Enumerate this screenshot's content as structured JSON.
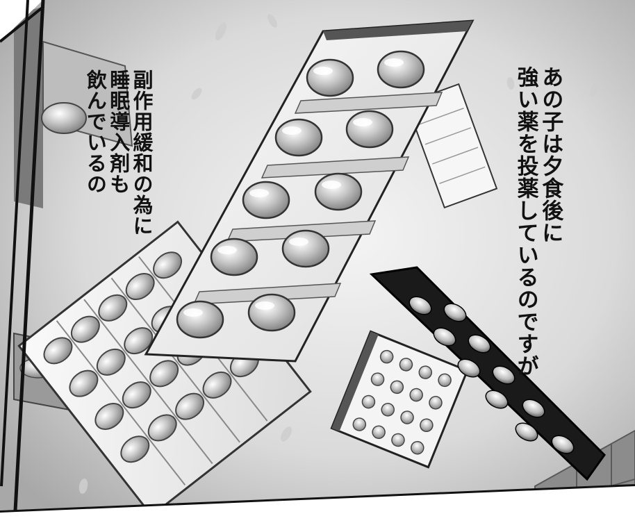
{
  "caption_right": {
    "lines": [
      "あの子は夕食後に",
      "強い薬を投薬しているのですが"
    ]
  },
  "caption_left": {
    "lines": [
      "副作用緩和の為に",
      "睡眠導入剤も",
      "飲んでいるの"
    ]
  },
  "colors": {
    "panel_border": "#111111",
    "background": "#d9d9d9",
    "blister_dark": "#1a1a1a",
    "blister_light": "#f2f2f2",
    "pill": "#b5b5b5"
  }
}
